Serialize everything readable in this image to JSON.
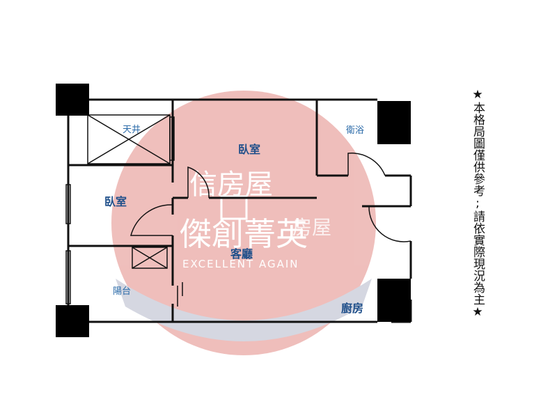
{
  "colors": {
    "wall": "#111111",
    "pillar": "#000000",
    "label": "#1f4f8a",
    "watermark_circle": "#e8b0ad",
    "watermark_band": "#c9ccd8"
  },
  "rooms": {
    "skylight": "天井",
    "bedroom_top": "臥室",
    "bathroom": "衛浴",
    "bedroom_left": "臥室",
    "living_room": "客廳",
    "balcony": "陽台",
    "kitchen": "廚房"
  },
  "watermark": {
    "brand_top": "信房屋",
    "brand_right": "房屋",
    "brand_main": "傑創菁英",
    "tagline": "EXCELLENT AGAIN"
  },
  "note": "★本格局圖僅供參考;請依實際現況為主★"
}
